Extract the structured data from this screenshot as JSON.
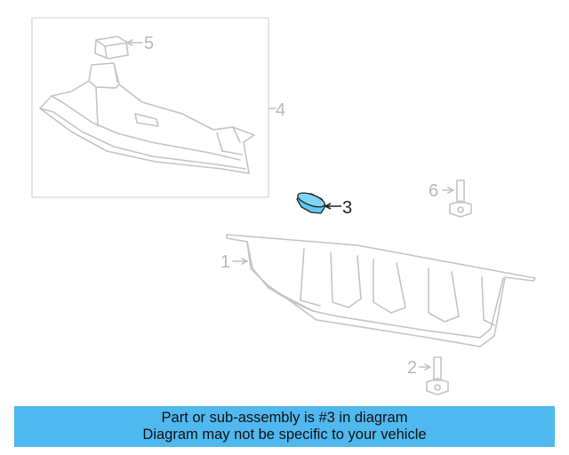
{
  "diagram": {
    "callouts": [
      {
        "id": "1",
        "label": "1"
      },
      {
        "id": "2",
        "label": "2"
      },
      {
        "id": "3",
        "label": "3"
      },
      {
        "id": "4",
        "label": "4"
      },
      {
        "id": "5",
        "label": "5"
      },
      {
        "id": "6",
        "label": "6"
      }
    ],
    "highlighted_part": "3",
    "colors": {
      "highlight_fill": "#5ec8f2",
      "line_art": "#c4c4c4",
      "banner_bg": "#4fb8ee"
    }
  },
  "banner": {
    "line1": "Part or sub-assembly is #3 in diagram",
    "line2": "Diagram may not be specific to your vehicle"
  }
}
